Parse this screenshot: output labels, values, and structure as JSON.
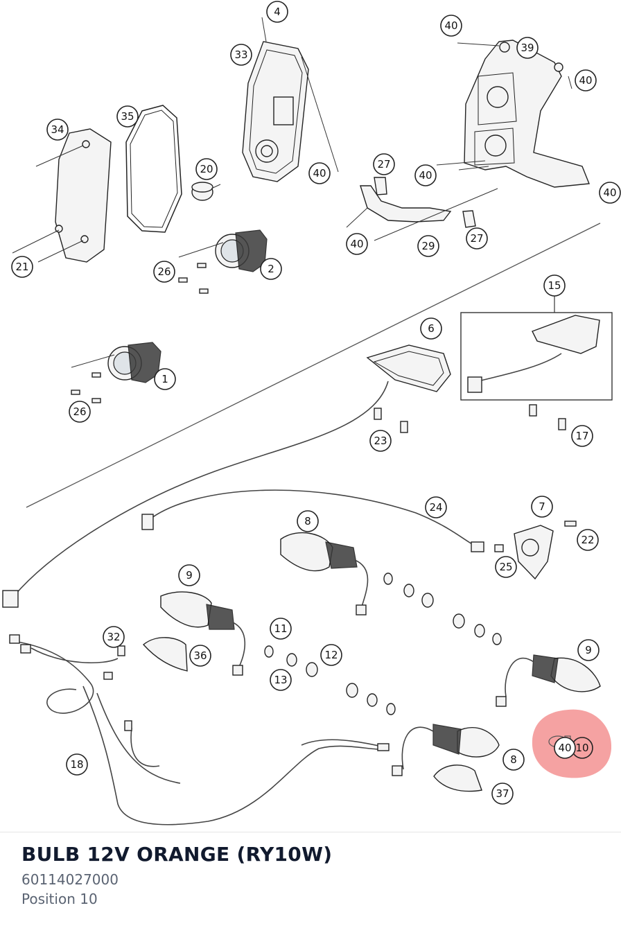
{
  "diagram": {
    "highlight_color": "#f28b8b",
    "callouts": [
      "1",
      "2",
      "4",
      "6",
      "7",
      "8",
      "8",
      "9",
      "9",
      "10",
      "11",
      "12",
      "13",
      "15",
      "17",
      "18",
      "20",
      "21",
      "22",
      "23",
      "24",
      "25",
      "26",
      "26",
      "27",
      "27",
      "29",
      "32",
      "33",
      "34",
      "35",
      "36",
      "37",
      "39",
      "40",
      "40",
      "40",
      "40",
      "40",
      "40",
      "40"
    ]
  },
  "part": {
    "title": "BULB 12V ORANGE (RY10W)",
    "number": "60114027000",
    "position": "Position 10"
  }
}
